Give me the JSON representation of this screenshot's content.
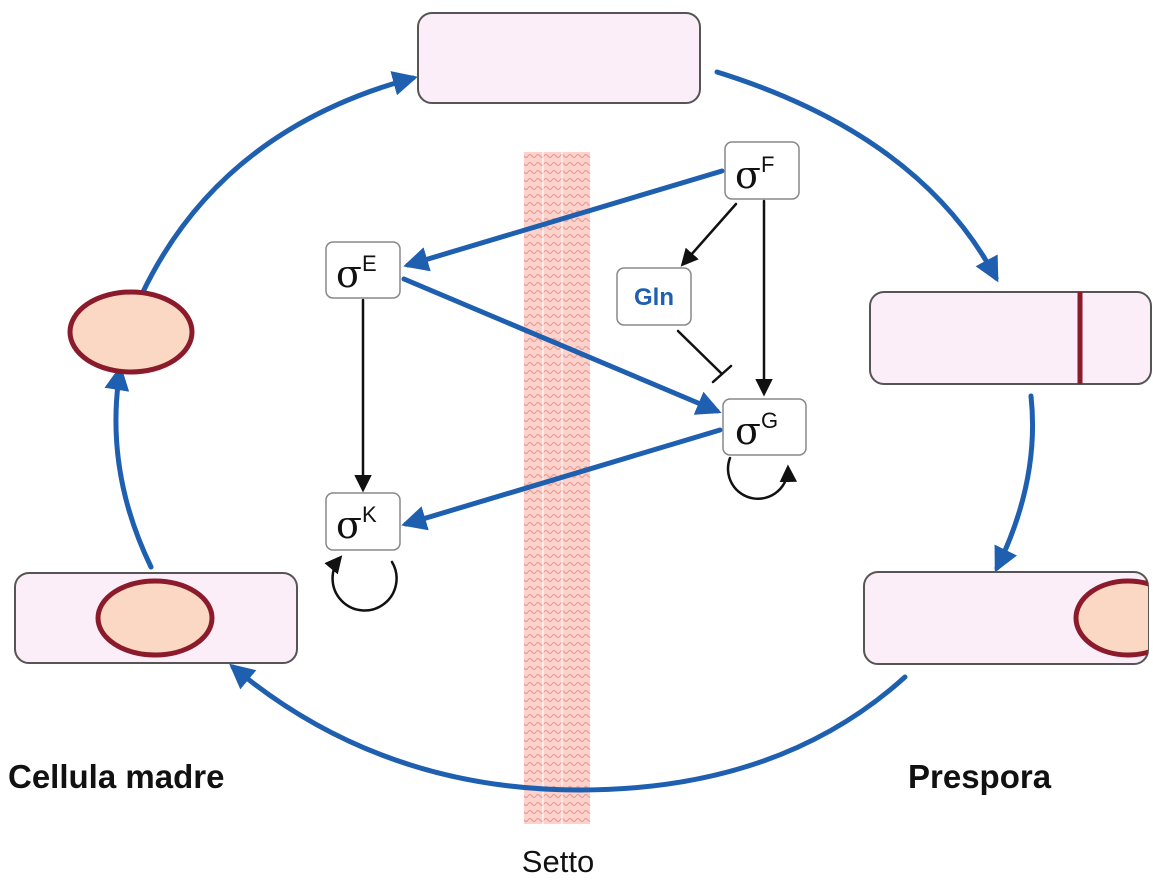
{
  "colors": {
    "cycle_arrow": "#1f5fb0",
    "regulation_arrow": "#111111",
    "cell_fill": "#fbeef8",
    "cell_border": "#555555",
    "spore_fill": "#fad8c3",
    "spore_border": "#8b1a2b",
    "septum": "#f2a7a0"
  },
  "labels": {
    "mother_cell": "Cellula madre",
    "prespore": "Prespora",
    "septum": "Setto"
  },
  "nodes": {
    "sigma_f": {
      "base": "σ",
      "sup": "F"
    },
    "sigma_e": {
      "base": "σ",
      "sup": "E"
    },
    "sigma_g": {
      "base": "σ",
      "sup": "G"
    },
    "sigma_k": {
      "base": "σ",
      "sup": "K"
    },
    "gln": {
      "label": "Gln"
    }
  }
}
